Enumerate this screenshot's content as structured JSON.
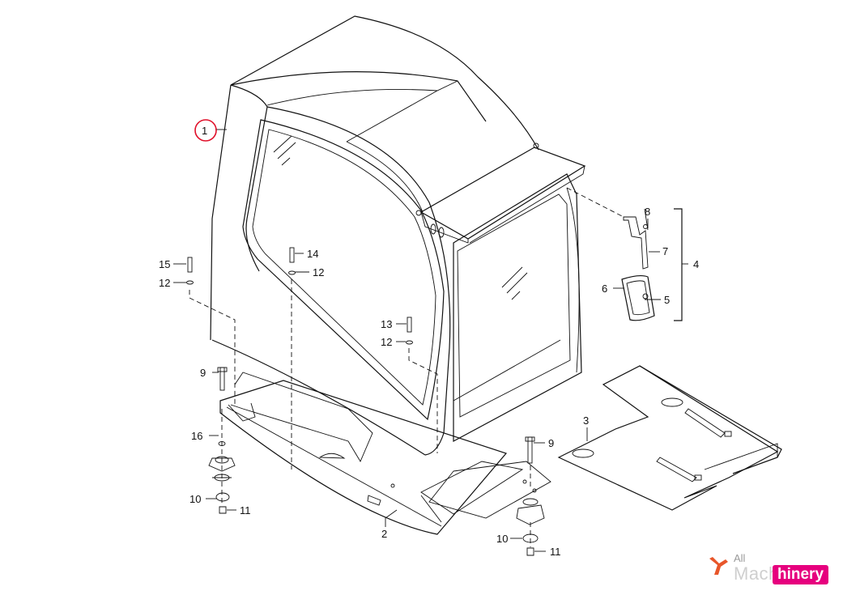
{
  "callouts": {
    "c1": "1",
    "c2": "2",
    "c3": "3",
    "c4": "4",
    "c5": "5",
    "c6": "6",
    "c7": "7",
    "c8": "8",
    "c9a": "9",
    "c9b": "9",
    "c10a": "10",
    "c10b": "10",
    "c11a": "11",
    "c11b": "11",
    "c12a": "12",
    "c12b": "12",
    "c12c": "12",
    "c13": "13",
    "c14": "14",
    "c15": "15",
    "c16": "16"
  },
  "highlight": {
    "callout": "1",
    "color": "#e0102a"
  },
  "watermark": {
    "line1": "All",
    "line2": "Machinery",
    "badge": "hinery",
    "badge_color": "#e6007e",
    "logo_color": "#e8562a",
    "logo_icon": "machinery-logo-icon"
  }
}
